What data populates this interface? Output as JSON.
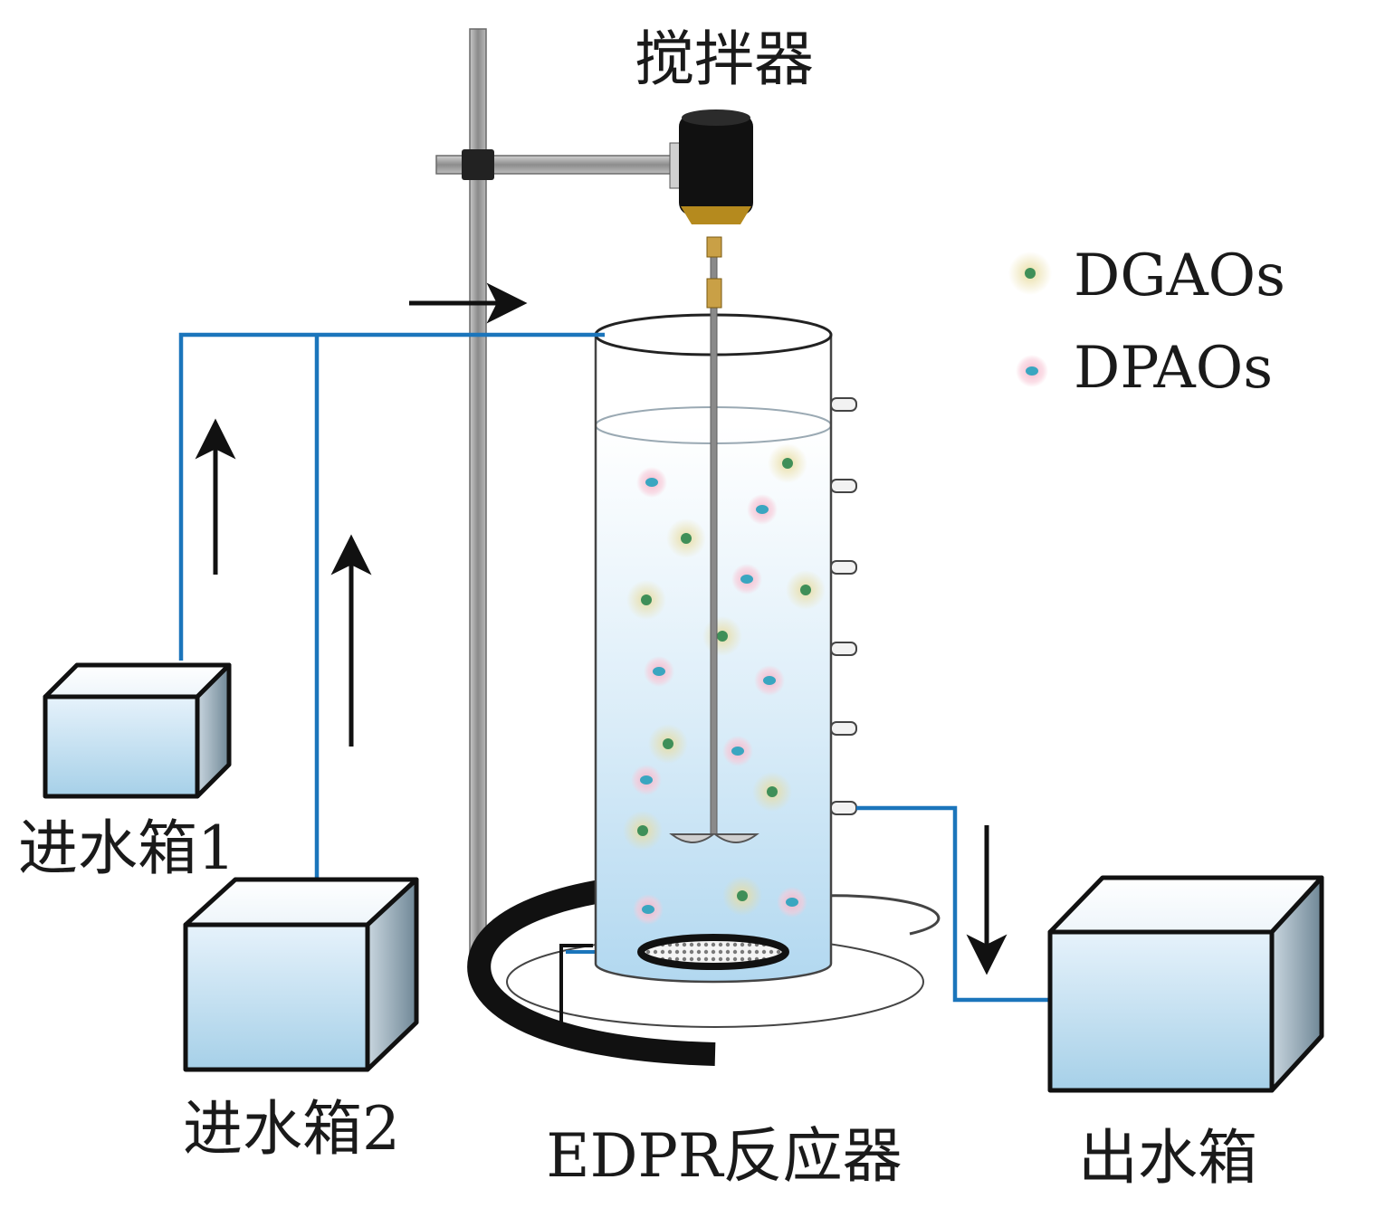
{
  "labels": {
    "stirrer": "搅拌器",
    "inlet_tank_1": "进水箱1",
    "inlet_tank_2": "进水箱2",
    "reactor": "EDPR反应器",
    "outlet_tank": "出水箱"
  },
  "legend": {
    "items": [
      {
        "label": "DGAOs",
        "marker_core": "#3f8f58",
        "marker_halo": "#e8dca0"
      },
      {
        "label": "DPAOs",
        "marker_core": "#3aa6c0",
        "marker_halo": "#f2b6c8"
      }
    ]
  },
  "colors": {
    "pipe": "#1b75bb",
    "tank_fill_top": "#e4f1fb",
    "tank_fill_bottom": "#9ccbe6",
    "outline": "#111111",
    "stand": "#9a9a9a",
    "motor": "#111111"
  }
}
